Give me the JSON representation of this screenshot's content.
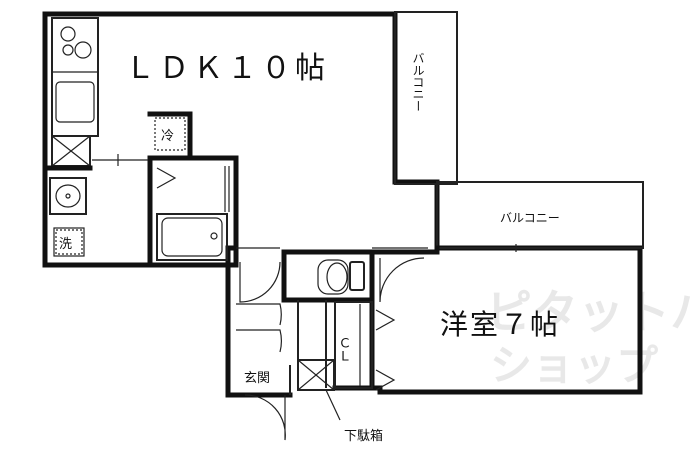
{
  "rooms": {
    "ldk": "ＬＤＫ１０帖",
    "western": "洋室７帖",
    "balcony_right": "バルコニー",
    "balcony_bottom": "バルコニー",
    "closet": "ＣＬ",
    "entrance": "玄関",
    "shoe_box": "下駄箱"
  },
  "fixtures": {
    "fridge": "冷",
    "washer": "洗"
  },
  "watermark": {
    "shop_name": "ピタットハウス",
    "sub": "ショップ"
  }
}
